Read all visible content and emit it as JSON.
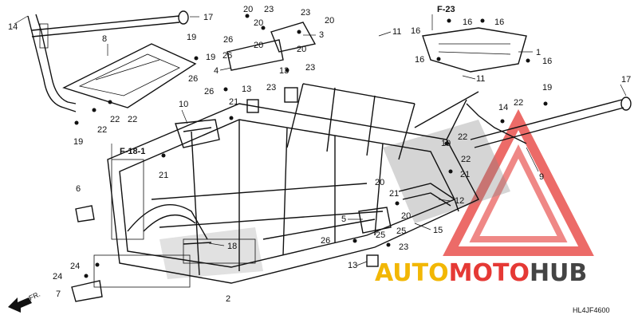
{
  "callouts": [
    "1",
    "2",
    "3",
    "4",
    "5",
    "6",
    "7",
    "8",
    "9",
    "10",
    "11",
    "11",
    "12",
    "13",
    "13",
    "13",
    "14",
    "14",
    "15",
    "16",
    "16",
    "16",
    "16",
    "16",
    "17",
    "17",
    "18",
    "19",
    "19",
    "19",
    "19",
    "19",
    "20",
    "20",
    "20",
    "20",
    "20",
    "20",
    "20",
    "21",
    "21",
    "21",
    "21",
    "22",
    "22",
    "22",
    "22",
    "22",
    "22",
    "23",
    "23",
    "23",
    "23",
    "23",
    "24",
    "24",
    "25",
    "25",
    "26",
    "26",
    "26",
    "26",
    "26"
  ],
  "refs": {
    "f23": "F-23",
    "f18": "F-18-1",
    "fr": "FR."
  },
  "diagram_code": "HL4JF4600",
  "watermark": {
    "word_a": "AUTO",
    "word_b": "MOTO",
    "word_c": "HUB",
    "color_a": "#f2b705",
    "color_b": "#e53935",
    "color_c": "#444444"
  }
}
